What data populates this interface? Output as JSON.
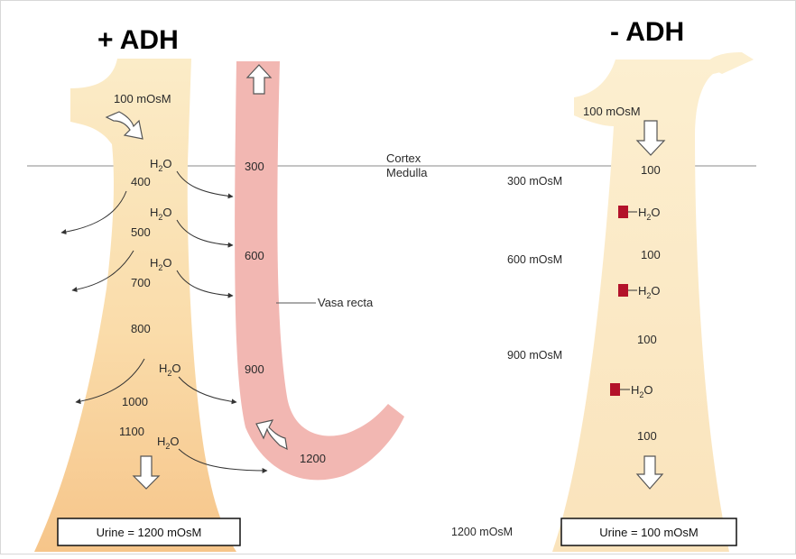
{
  "titles": {
    "with_adh": "+ ADH",
    "without_adh": "- ADH"
  },
  "divider": {
    "cortex": "Cortex",
    "medulla": "Medulla"
  },
  "left_tubule": {
    "input": "100 mOsM",
    "water_label": "H2O",
    "values": [
      "400",
      "500",
      "700",
      "800",
      "1000",
      "1100"
    ],
    "urine": "Urine = 1200 mOsM"
  },
  "vasa_recta": {
    "label": "Vasa recta",
    "values": [
      "300",
      "600",
      "900",
      "1200"
    ]
  },
  "interstitium": {
    "values": [
      "300 mOsM",
      "600 mOsM",
      "900 mOsM",
      "1200 mOsM"
    ]
  },
  "right_tubule": {
    "input": "100 mOsM",
    "values": [
      "100",
      "100",
      "100",
      "100"
    ],
    "water_label": "H2O",
    "urine": "Urine = 100 mOsM"
  },
  "colors": {
    "tubule_light": "#fbecc8",
    "tubule_dark": "#f7c98c",
    "vasa_recta": "#f2b7b2",
    "blocked_channel": "#b3122a"
  }
}
